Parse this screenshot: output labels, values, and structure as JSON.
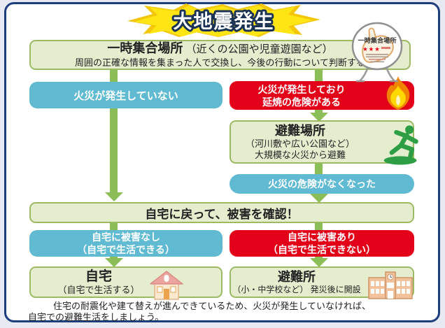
{
  "banner": {
    "title": "大地震発生"
  },
  "sign": {
    "title": "一時集合場所",
    "stars": "★★★"
  },
  "flow": {
    "meeting": {
      "title": "一時集合場所",
      "subtitle": "（近くの公園や児童遊園など）",
      "desc": "周囲の正確な情報を集まった人で交換し、今後の行動について判断する"
    },
    "no_fire": {
      "label": "火災が発生していない"
    },
    "fire": {
      "line1": "火災が発生しており",
      "line2": "延焼の危険がある"
    },
    "evac_site": {
      "title": "避難場所",
      "line1": "（河川敷や広い公園など）",
      "line2": "大規模な火災から避難"
    },
    "fire_over": {
      "label": "火災の危険がなくなった"
    },
    "return_home": {
      "label": "自宅に戻って、被害を確認！"
    },
    "no_damage": {
      "line1": "自宅に被害なし",
      "line2": "（自宅で生活できる）"
    },
    "damaged": {
      "line1": "自宅に被害あり",
      "line2": "（自宅で生活できない）"
    },
    "home": {
      "title": "自宅",
      "subtitle": "（自宅で生活する）"
    },
    "shelter": {
      "title": "避難所",
      "subtitle": "（小・中学校など） 発災後に開設"
    }
  },
  "footer": {
    "line1": "住宅の耐震化や建て替えが進んできているため、火災が発生していなければ、",
    "line2": "自宅での避難生活をしましょう。"
  },
  "colors": {
    "frame_navy": "#1d3e7d",
    "green_fill": "#e5edcf",
    "green_border": "#9cba62",
    "teal": "#5fbad2",
    "red": "#e30019",
    "arrow_green": "#8cbe57",
    "banner_yellow": "#ffe514",
    "text_dark": "#222222"
  },
  "icons": {
    "banner": "starburst",
    "sign": "assembly-area-sign-icon",
    "fire": "flame-icon",
    "evac": "running-person-icon",
    "home": "house-icon",
    "shelter": "school-building-icon"
  }
}
